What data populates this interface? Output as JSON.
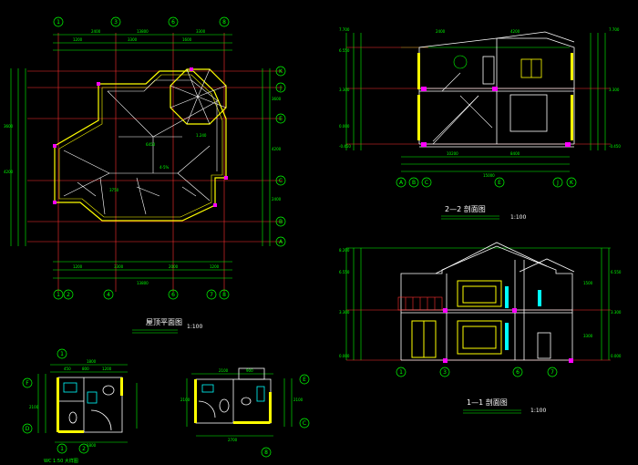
{
  "title_roof_plan": "屋顶平面图",
  "scale_roof_plan": "1:100",
  "title_section_22": "2—2 剖面图",
  "scale_section_22": "1:100",
  "title_section_11": "1—1 剖面图",
  "scale_section_11": "1:100",
  "detail_caption": "WC 1:50 大样图",
  "roof_axis_top": [
    "1",
    "3",
    "6",
    "8"
  ],
  "roof_axis_bottom": [
    "1",
    "2",
    "4",
    "6",
    "7",
    "8"
  ],
  "roof_axis_right": [
    "K",
    "J",
    "E",
    "C",
    "B",
    "A"
  ],
  "roof_overall_dim": "13800",
  "sec22_axis_bottom": [
    "A",
    "B",
    "C",
    "E",
    "J",
    "K"
  ],
  "sec11_axis_bottom": [
    "1",
    "3",
    "6",
    "7"
  ],
  "wc1_axis_top": "1",
  "wc1_axis_bottom": [
    "1",
    "2"
  ],
  "wc1_axis_left": [
    "F",
    "D"
  ],
  "wc2_axis_right": [
    "E",
    "C"
  ],
  "wc2_axis_bottom": "8",
  "colors": {
    "background": "#000000",
    "dimension": "#00ff00",
    "wall": "#ffff00",
    "outline": "#ffffff",
    "axis": "#ff3030",
    "fill": "#00ffff",
    "hatch": "#ff00ff"
  }
}
